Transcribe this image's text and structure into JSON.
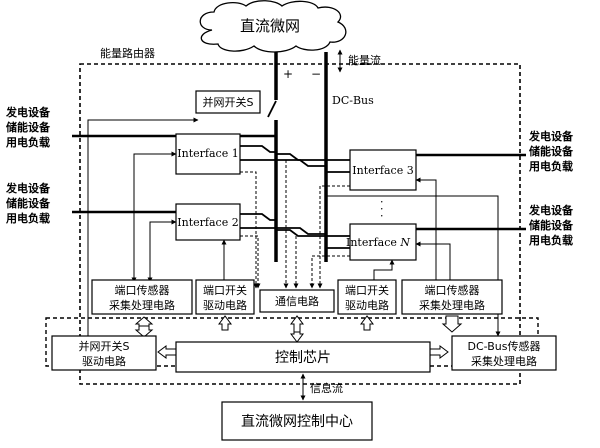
{
  "cloud_label": "直流微网",
  "router_label": "能量路由器",
  "energy_flow_label": "能量流",
  "info_flow_label": "信息流",
  "bus_label": "DC-Bus",
  "plus_sign": "+",
  "minus_sign": "−",
  "grid_switch_label": "并网开关S",
  "interfaces": [
    "Interface 1",
    "Interface 2",
    "Interface 3",
    "Interface "
  ],
  "interface_n_italic": "N",
  "vertical_dots": "·  ·  ·",
  "device_groups": {
    "left_top": [
      "发电设备",
      "储能设备",
      "用电负载"
    ],
    "left_bottom": [
      "发电设备",
      "储能设备",
      "用电负载"
    ],
    "right_top": [
      "发电设备",
      "储能设备",
      "用电负载"
    ],
    "right_bottom": [
      "发电设备",
      "储能设备",
      "用电负载"
    ]
  },
  "circuits": {
    "port_sensor_left": [
      "端口传感器",
      "采集处理电路"
    ],
    "port_switch_left": [
      "端口开关",
      "驱动电路"
    ],
    "comm": "通信电路",
    "port_switch_right": [
      "端口开关",
      "驱动电路"
    ],
    "port_sensor_right": [
      "端口传感器",
      "采集处理电路"
    ],
    "grid_switch_driver": [
      "并网开关S",
      "驱动电路"
    ],
    "dcbus_sensor": [
      "DC-Bus传感器",
      "采集处理电路"
    ]
  },
  "control_chip": "控制芯片",
  "control_center": "直流微网控制中心"
}
